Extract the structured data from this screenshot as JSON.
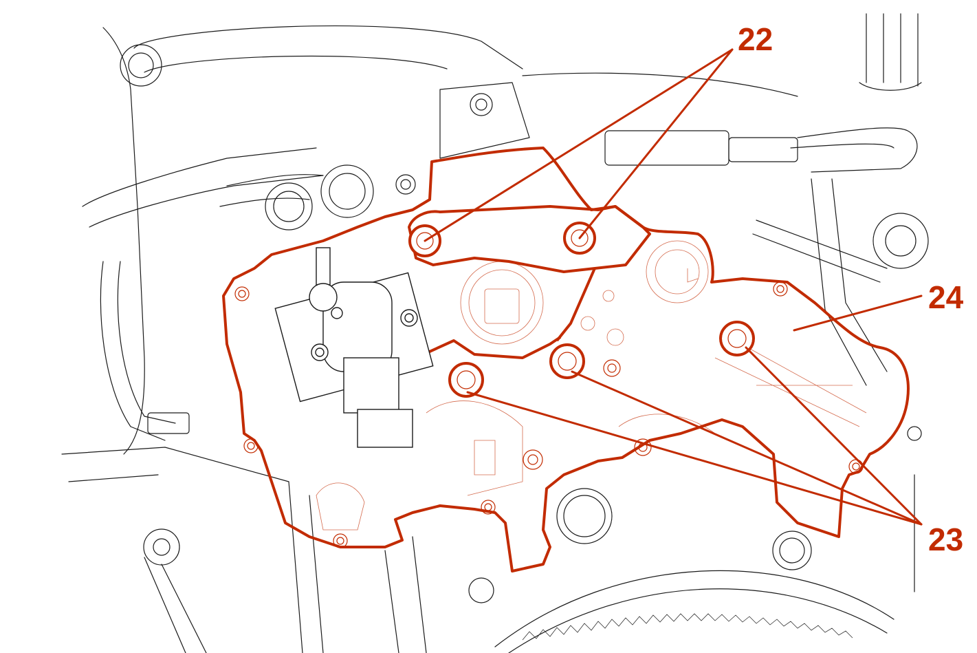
{
  "colors": {
    "accent": "#c22b00",
    "linework": "#1a1a1a",
    "background": "#ffffff"
  },
  "callouts": {
    "c22": "22",
    "c23": "23",
    "c24": "24"
  }
}
